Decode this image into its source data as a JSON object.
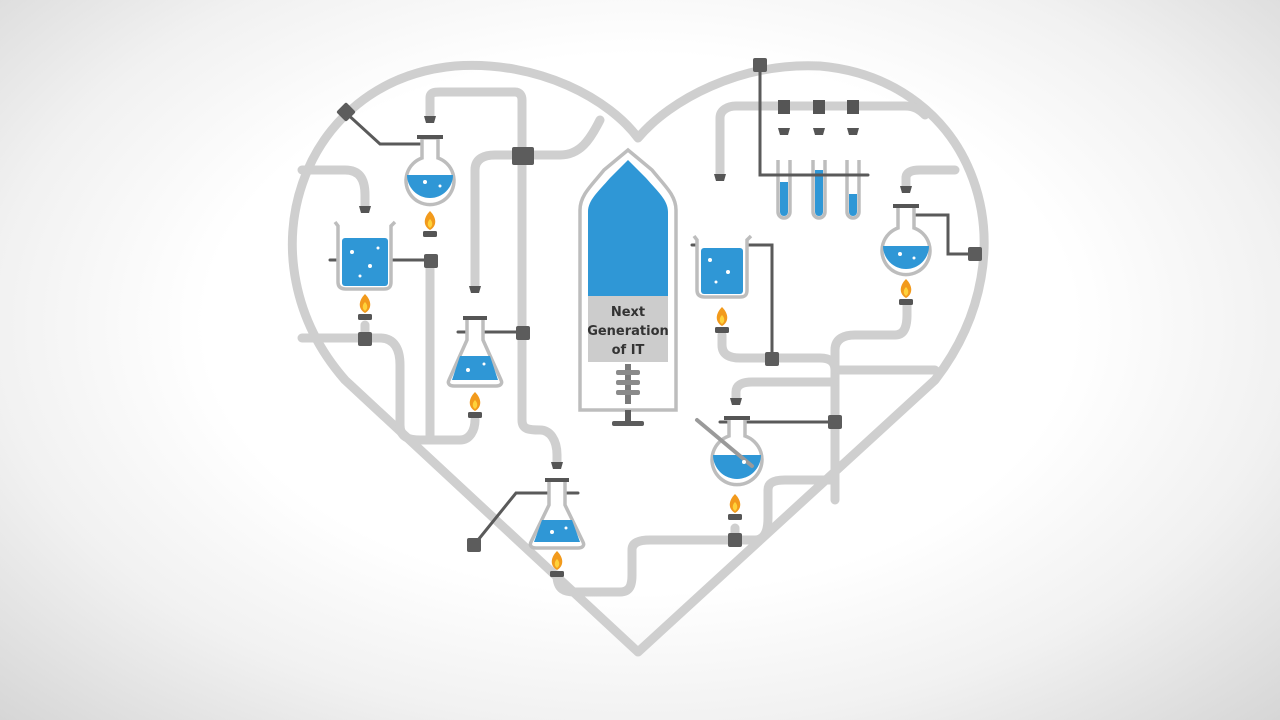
{
  "center_vessel": {
    "label_lines": [
      "Next",
      "Generation",
      "of IT"
    ]
  },
  "colors": {
    "pipe": "#cfcfcf",
    "joint": "#5c5c5c",
    "liquid": "#2f97d6",
    "flame": "#f29a1c",
    "label_band": "#cccccc"
  },
  "icons": [
    "round-flask-icon",
    "beaker-icon",
    "erlenmeyer-flask-icon",
    "test-tube-icon",
    "burner-flame-icon",
    "pipe-joint-icon",
    "stirrer-icon",
    "thermometer-icon"
  ]
}
